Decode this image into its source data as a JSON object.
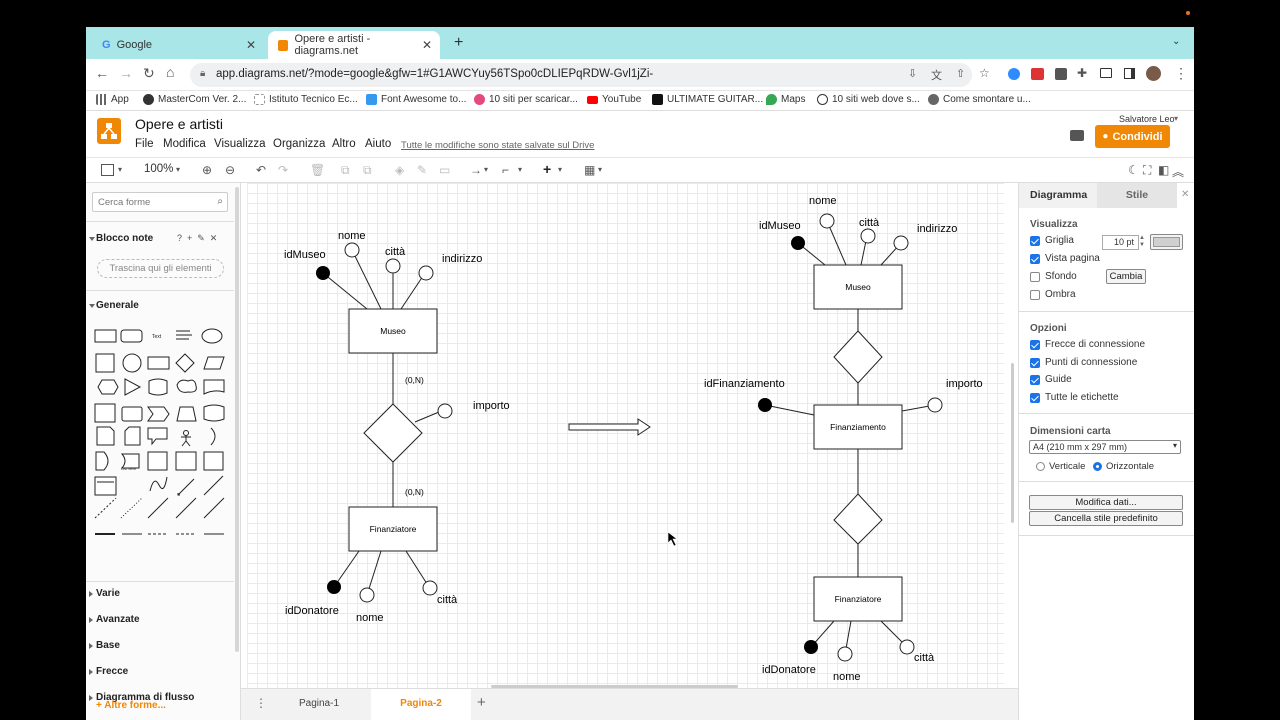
{
  "browser": {
    "tabs": [
      {
        "title": "Google"
      },
      {
        "title": "Opere e artisti - diagrams.net"
      }
    ],
    "url": "app.diagrams.net/?mode=google&gfw=1#G1AWCYuy56TSpo0cDLIEPqRDW-Gvl1jZi-",
    "bookmarks": [
      "App",
      "MasterCom Ver. 2...",
      "Istituto Tecnico Ec...",
      "Font Awesome to...",
      "10 siti per scaricar...",
      "YouTube",
      "ULTIMATE GUITAR...",
      "Maps",
      "10 siti web dove s...",
      "Come smontare u..."
    ]
  },
  "app": {
    "doc_title": "Opere e artisti",
    "menus": [
      "File",
      "Modifica",
      "Visualizza",
      "Organizza",
      "Altro",
      "Aiuto"
    ],
    "save_status": "Tutte le modifiche sono state salvate sul Drive",
    "user": "Salvatore Leo",
    "share_label": "Condividi",
    "zoom": "100%"
  },
  "left": {
    "search_placeholder": "Cerca forme",
    "scratchpad": "Blocco note",
    "scratch_hint": "Trascina qui gli elementi",
    "general": "Generale",
    "shape_text": "Text",
    "shape_list_item": "List Item",
    "sections": [
      "Varie",
      "Avanzate",
      "Base",
      "Frecce",
      "Diagramma di flusso"
    ],
    "more_shapes": "Altre forme..."
  },
  "right": {
    "tabs": [
      "Diagramma",
      "Stile"
    ],
    "view_title": "Visualizza",
    "grid": "Griglia",
    "grid_size": "10 pt",
    "page_view": "Vista pagina",
    "background": "Sfondo",
    "change": "Cambia",
    "shadow": "Ombra",
    "options_title": "Opzioni",
    "options": [
      "Frecce di connessione",
      "Punti di connessione",
      "Guide",
      "Tutte le etichette"
    ],
    "paper_title": "Dimensioni carta",
    "paper": "A4 (210 mm x 297 mm)",
    "portrait": "Verticale",
    "landscape": "Orizzontale",
    "edit_data": "Modifica dati...",
    "clear_style": "Cancella stile predefinito"
  },
  "pages": {
    "tabs": [
      "Pagina-1",
      "Pagina-2"
    ],
    "active": "Pagina-2"
  },
  "diagram": {
    "left": {
      "entity1": "Museo",
      "attrs1": [
        "idMuseo",
        "nome",
        "città",
        "indirizzo"
      ],
      "card1": "(0,N)",
      "rel_attr": "importo",
      "card2": "(0,N)",
      "entity2": "Finanziatore",
      "attrs2": [
        "idDonatore",
        "nome",
        "città"
      ]
    },
    "right": {
      "entity1": "Museo",
      "attrs1": [
        "idMuseo",
        "nome",
        "città",
        "indirizzo"
      ],
      "entity2": "Finanziamento",
      "attrs2": [
        "idFinanziamento",
        "importo"
      ],
      "entity3": "Finanziatore",
      "attrs3": [
        "idDonatore",
        "nome",
        "città"
      ]
    }
  },
  "colors": {
    "accent": "#f08705",
    "tabstrip": "#a8e6e8",
    "check": "#1a73e8"
  }
}
